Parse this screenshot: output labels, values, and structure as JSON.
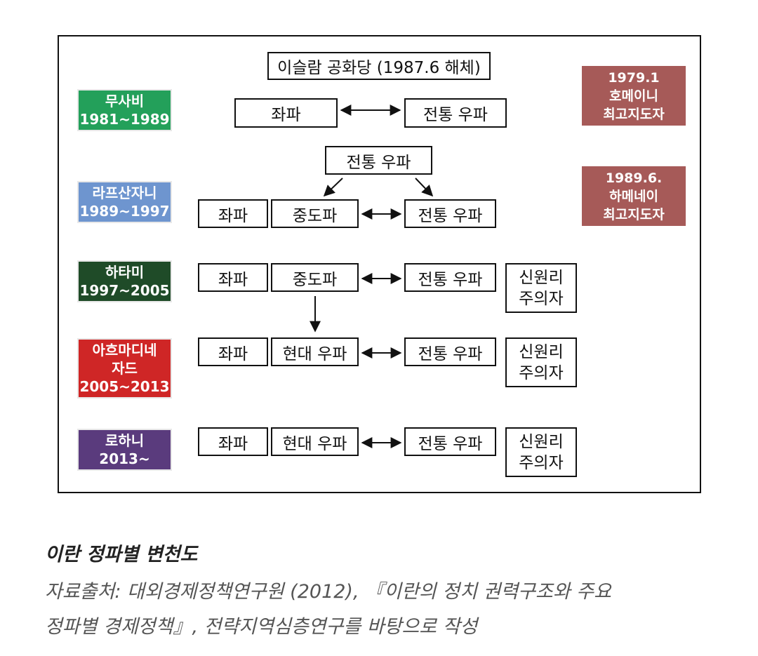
{
  "diagram": {
    "top_box": "이슬람 공화당 (1987.6 해체)",
    "eras": [
      {
        "lines": [
          "무사비",
          "1981~1989"
        ],
        "color": "#23a05a"
      },
      {
        "lines": [
          "라프산자니",
          "1989~1997"
        ],
        "color": "#6e95cf"
      },
      {
        "lines": [
          "하타미",
          "1997~2005"
        ],
        "color": "#1f4b28"
      },
      {
        "lines": [
          "아흐마디네",
          "자드",
          "2005~2013"
        ],
        "color": "#cf2626"
      },
      {
        "lines": [
          "로하니",
          "2013~"
        ],
        "color": "#5a3b7d"
      }
    ],
    "leaders": [
      {
        "lines": [
          "1979.1",
          "호메이니",
          "최고지도자"
        ],
        "color": "#a65a58"
      },
      {
        "lines": [
          "1989.6.",
          "하메네이",
          "최고지도자"
        ],
        "color": "#a65a58"
      }
    ],
    "row1": {
      "left": "좌파",
      "right": "전통 우파"
    },
    "row2": {
      "top": "전통 우파",
      "left": "좌파",
      "center": "중도파",
      "right": "전통 우파"
    },
    "row3": {
      "left": "좌파",
      "center": "중도파",
      "right": "전통 우파",
      "extra": [
        "신원리",
        "주의자"
      ]
    },
    "row4": {
      "left": "좌파",
      "center": "현대 우파",
      "right": "전통 우파",
      "extra": [
        "신원리",
        "주의자"
      ]
    },
    "row5": {
      "left": "좌파",
      "center": "현대 우파",
      "right": "전통 우파",
      "extra": [
        "신원리",
        "주의자"
      ]
    }
  },
  "caption": {
    "title": "이란 정파별 변천도",
    "source_line1": "자료출처: 대외경제정책연구원 (2012), 『이란의 정치 권력구조와 주요",
    "source_line2": "정파별 경제정책』, 전략지역심층연구를 바탕으로 작성"
  }
}
